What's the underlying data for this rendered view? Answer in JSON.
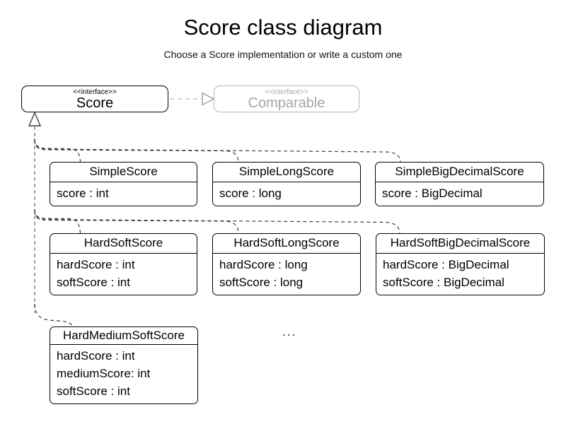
{
  "header": {
    "title": "Score class diagram",
    "subtitle": "Choose a Score implementation or write a custom one"
  },
  "interfaces": [
    {
      "stereotype": "<<interface>>",
      "name": "Score"
    },
    {
      "stereotype": "<<interface>>",
      "name": "Comparable"
    }
  ],
  "classes": [
    {
      "name": "SimpleScore",
      "attributes": [
        "score : int"
      ]
    },
    {
      "name": "SimpleLongScore",
      "attributes": [
        "score : long"
      ]
    },
    {
      "name": "SimpleBigDecimalScore",
      "attributes": [
        "score : BigDecimal"
      ]
    },
    {
      "name": "HardSoftScore",
      "attributes": [
        "hardScore : int",
        "softScore : int"
      ]
    },
    {
      "name": "HardSoftLongScore",
      "attributes": [
        "hardScore : long",
        "softScore : long"
      ]
    },
    {
      "name": "HardSoftBigDecimalScore",
      "attributes": [
        "hardScore : BigDecimal",
        "softScore : BigDecimal"
      ]
    },
    {
      "name": "HardMediumSoftScore",
      "attributes": [
        "hardScore : int",
        "mediumScore: int",
        "softScore : int"
      ]
    }
  ],
  "misc": {
    "ellipsis": "..."
  },
  "relations": [
    "Score ..|> Comparable (realization, grayed)",
    "SimpleScore ..|> Score",
    "SimpleLongScore ..|> Score",
    "SimpleBigDecimalScore ..|> Score",
    "HardSoftScore ..|> Score",
    "HardSoftLongScore ..|> Score",
    "HardSoftBigDecimalScore ..|> Score",
    "HardMediumSoftScore ..|> Score"
  ],
  "colors": {
    "background": "#ffffff",
    "box_border": "#000000",
    "muted_border": "#b5b5b5",
    "muted_text": "#a6a6a6",
    "connector_dark": "#3d3d3d",
    "connector_gray": "#808080",
    "connector_light": "#cccccc",
    "arrowhead_gray": "#9e9e9e"
  }
}
